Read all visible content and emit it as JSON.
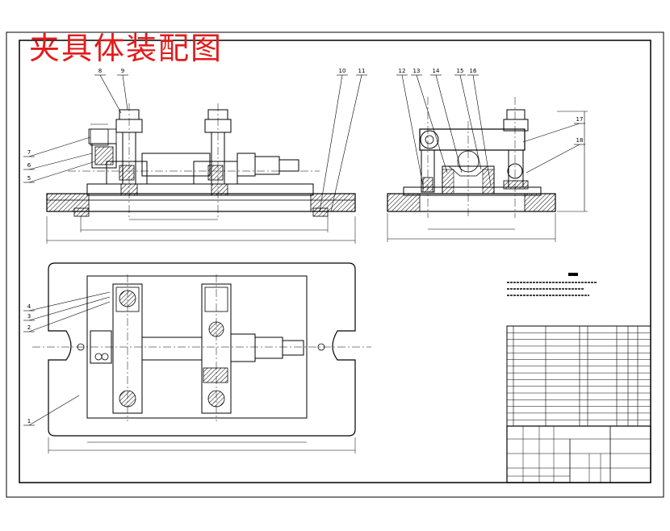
{
  "drawing": {
    "title": "夹具体装配图",
    "front_view_balloons": [
      "8",
      "9",
      "7",
      "6",
      "5",
      "10",
      "11"
    ],
    "side_view_balloons": [
      "12",
      "13",
      "14",
      "15",
      "16",
      "17",
      "18"
    ],
    "plan_view_balloons": [
      "4",
      "3",
      "2",
      "1"
    ]
  },
  "colors": {
    "title": "#e31b1b",
    "line": "#000000",
    "hatch": "#000000"
  }
}
